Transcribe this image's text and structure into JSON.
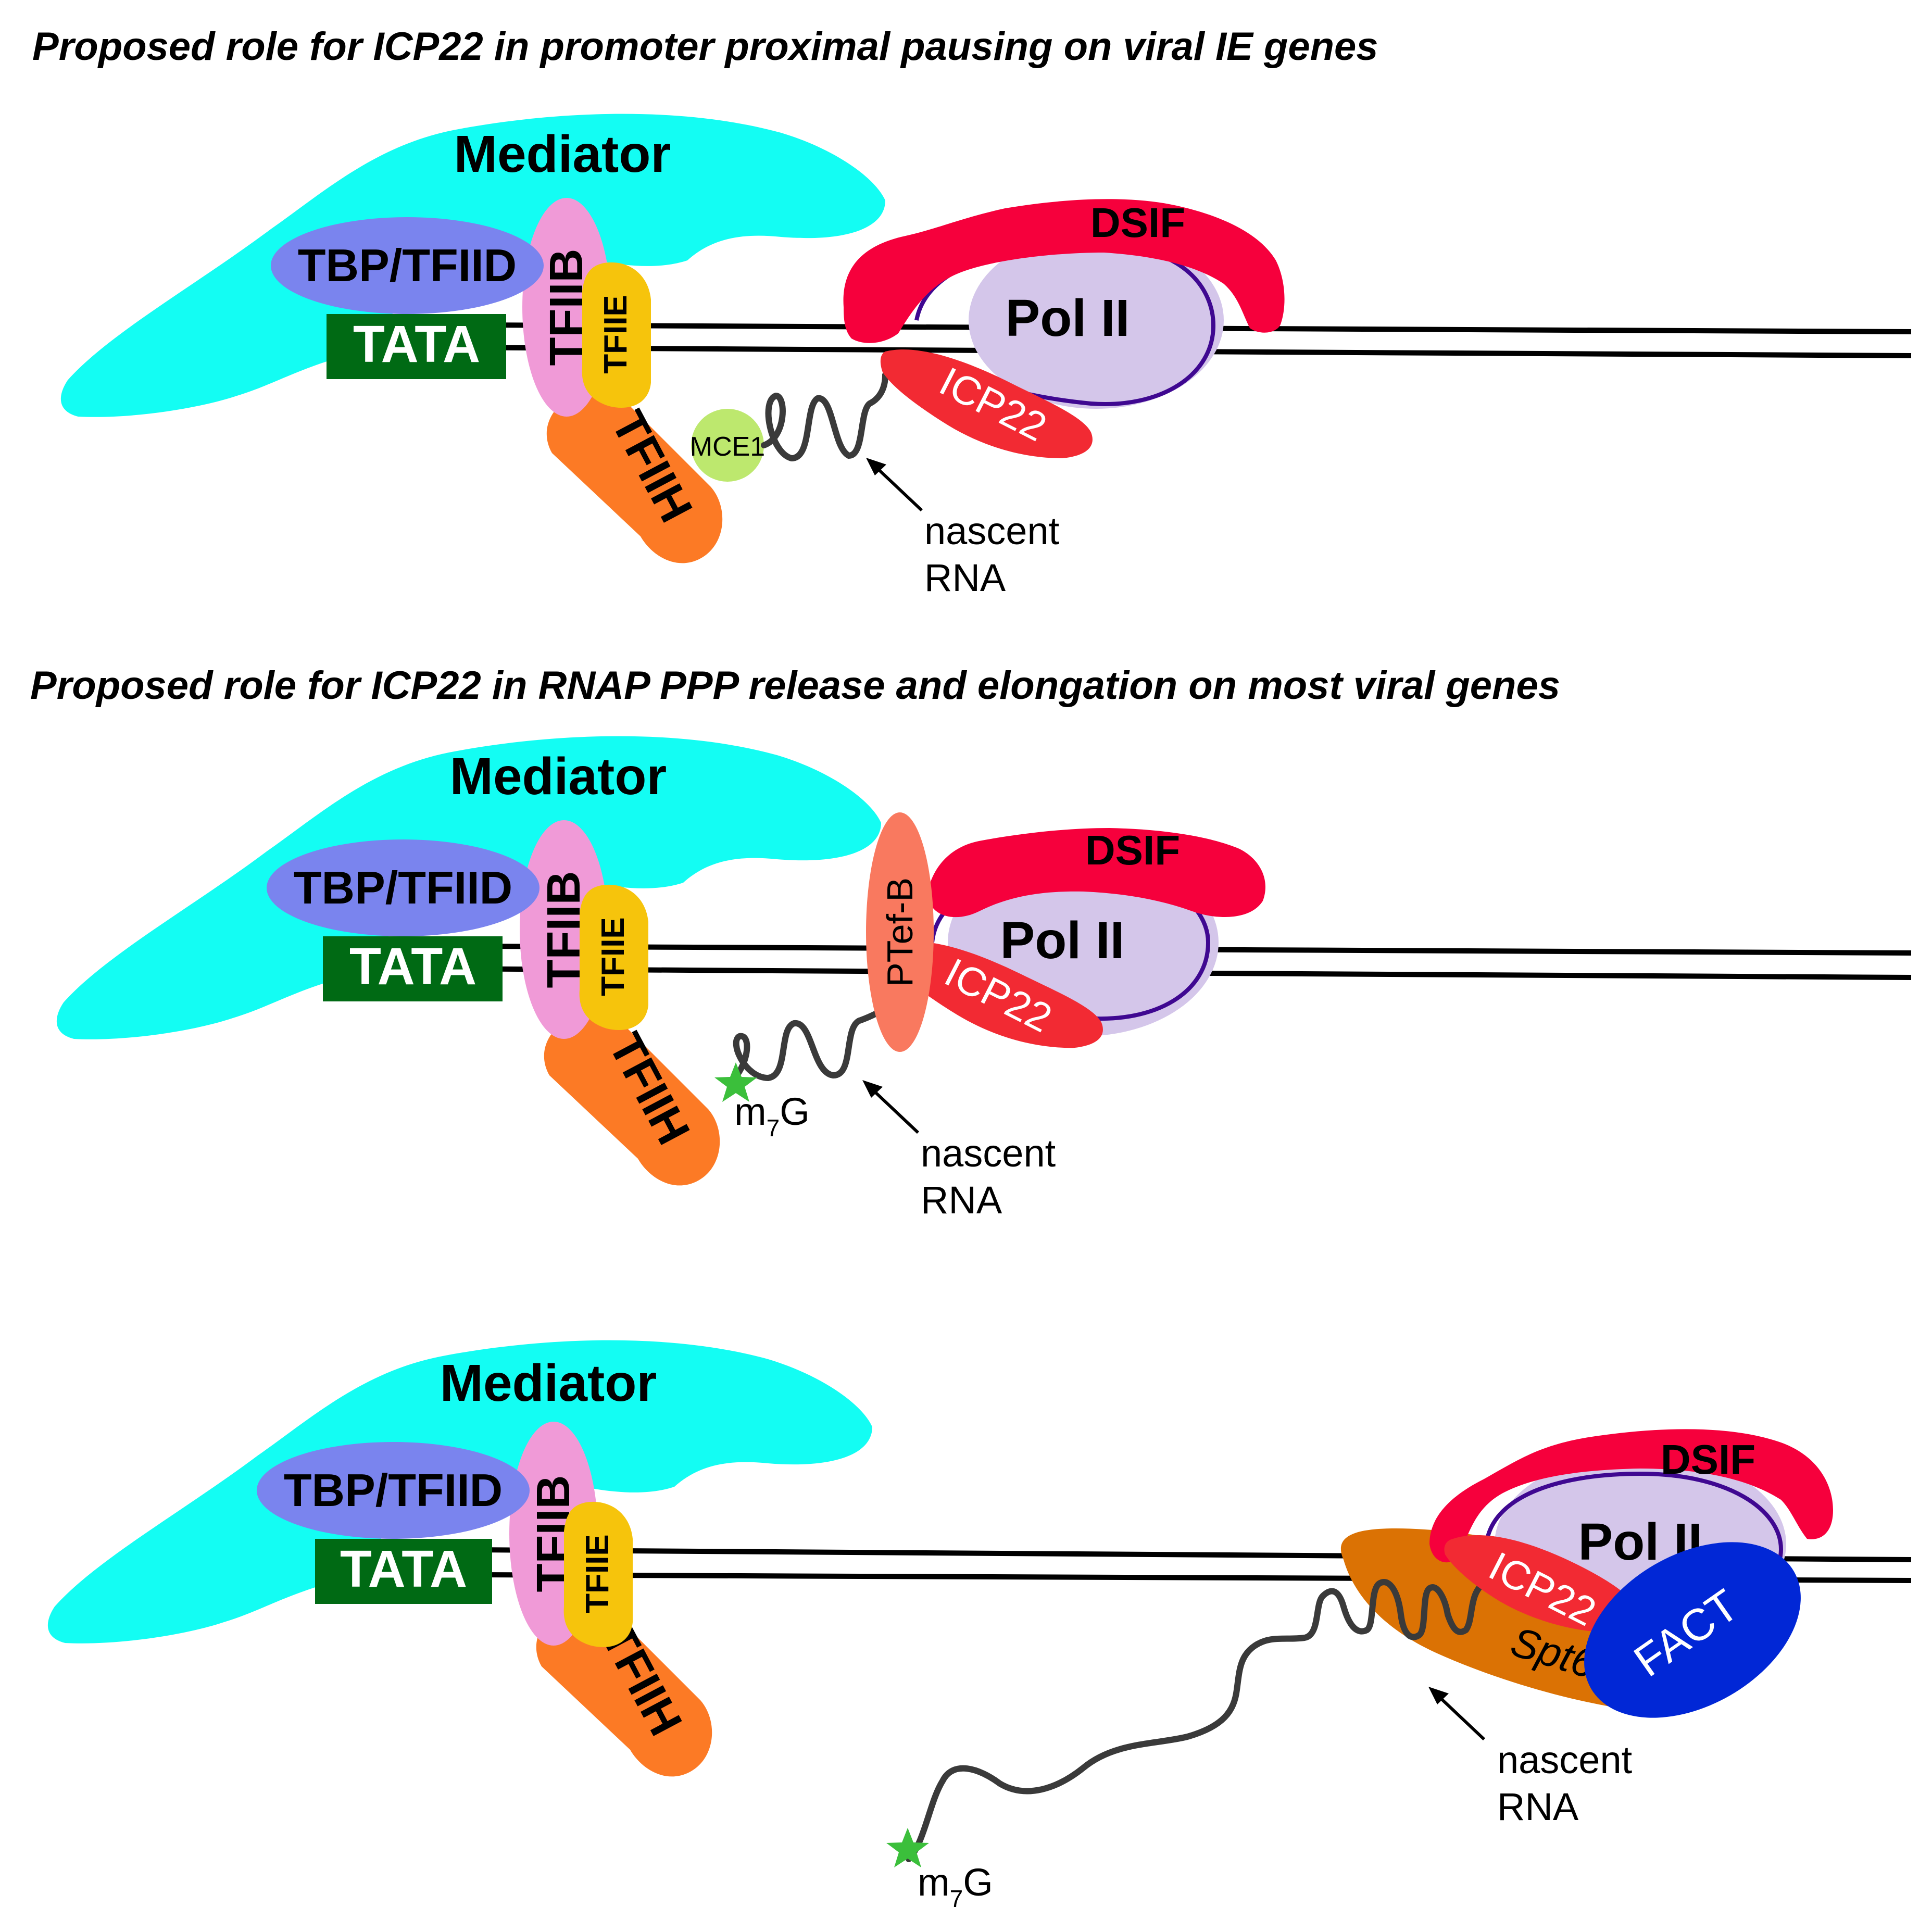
{
  "titles": {
    "panel1": "Proposed role for ICP22 in promoter proximal pausing on viral IE genes",
    "panel2": "Proposed role for ICP22 in RNAP PPP release and elongation on most viral genes"
  },
  "labels": {
    "mediator": "Mediator",
    "tbp": "TBP/TFIID",
    "tata": "TATA",
    "tfiib": "TFIIB",
    "tfiie": "TFIIE",
    "tfiih": "TFIIH",
    "dsif": "DSIF",
    "pol2": "Pol II",
    "icp22": "ICP22",
    "mce1": "MCE1",
    "ptefb": "PTef-B",
    "spt6": "Spt6",
    "fact": "FACT",
    "nascent": "nascent",
    "rna": "RNA",
    "m7g_m": "m",
    "m7g_sub": "7",
    "m7g_g": "G"
  },
  "colors": {
    "mediator": "#13fdf3",
    "tbp": "#7a84ee",
    "tata": "#006a14",
    "tfiib": "#f09ad7",
    "tfiie": "#f6c40c",
    "tfiih": "#fc7a25",
    "dsif": "#f6003c",
    "pol2": "#d4c6ea",
    "pol2_outline": "#3f0891",
    "icp22": "#f22a33",
    "mce1": "#bde86e",
    "ptefb": "#f9795f",
    "spt6": "#db7204",
    "fact": "#0127d6",
    "star": "#3bbf3b",
    "rna": "#3a3a3a"
  }
}
